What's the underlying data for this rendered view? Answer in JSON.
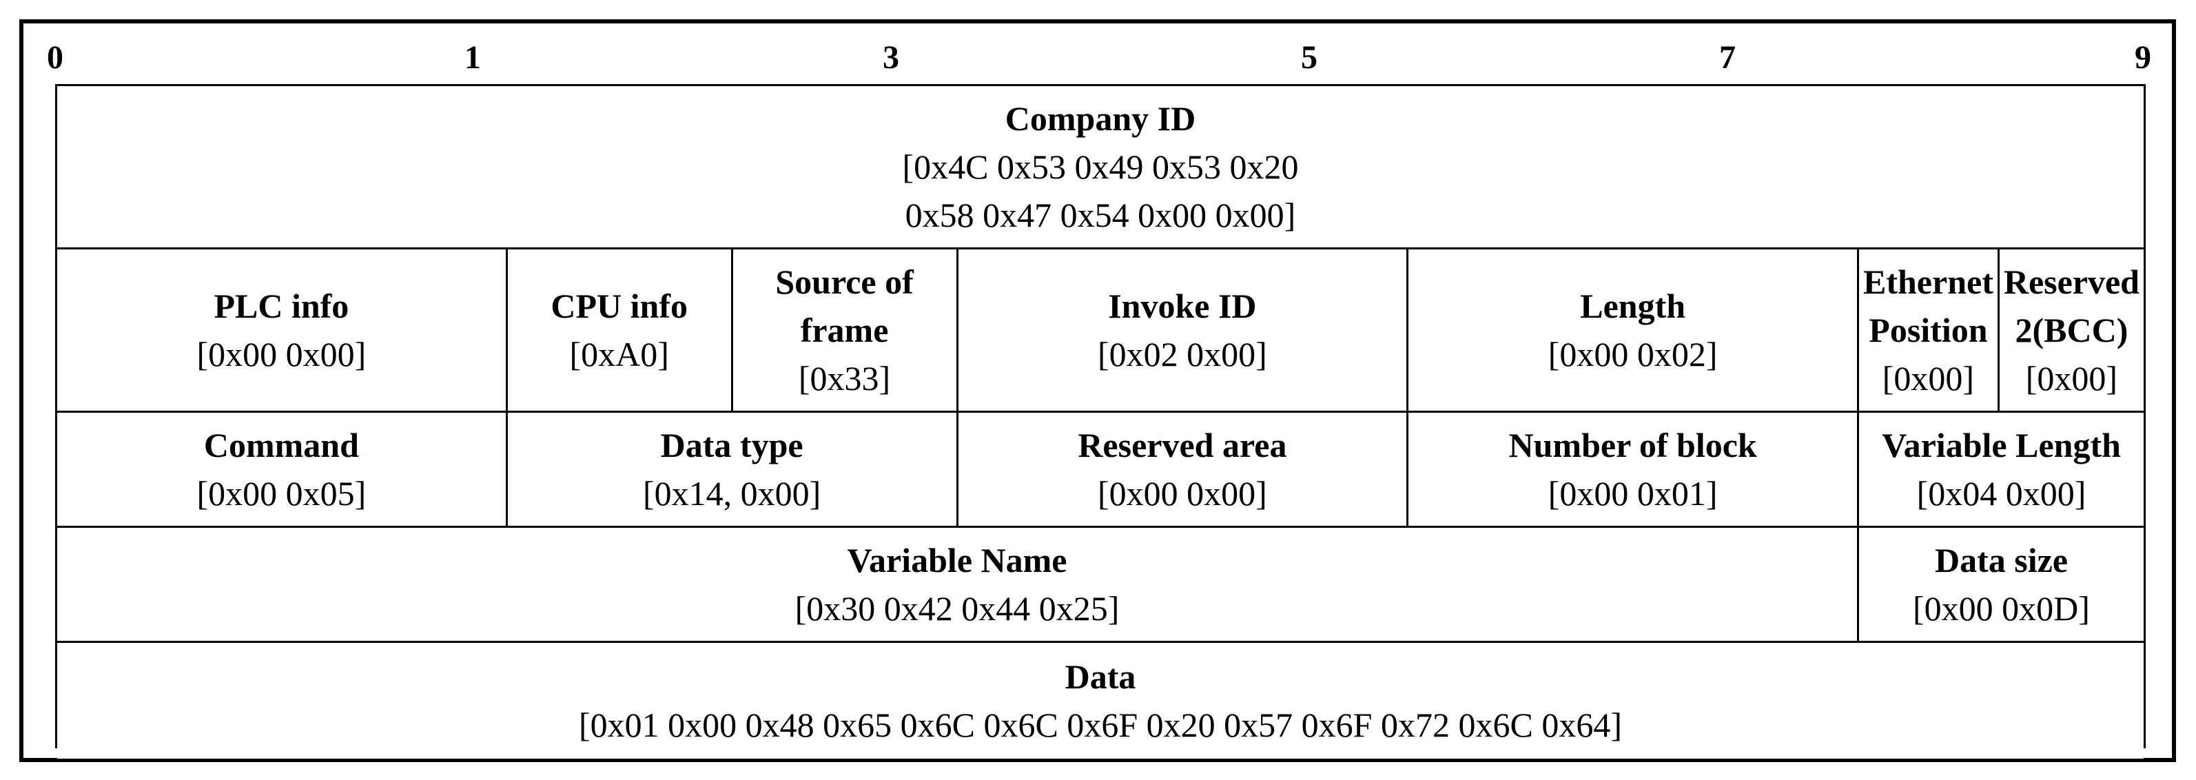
{
  "ticks": [
    "0",
    "1",
    "3",
    "5",
    "7",
    "9"
  ],
  "rows": [
    [
      {
        "name": "company-id-cell",
        "label": "Company ID",
        "values": [
          "[0x4C 0x53 0x49 0x53 0x20",
          "0x58 0x47 0x54 0x00 0x00]"
        ]
      }
    ],
    [
      {
        "name": "plc-info-cell",
        "label": "PLC info",
        "values": [
          "[0x00 0x00]"
        ]
      },
      {
        "name": "cpu-info-cell",
        "label": "CPU info",
        "values": [
          "[0xA0]"
        ]
      },
      {
        "name": "source-of-frame-cell",
        "label": "Source of frame",
        "values": [
          "[0x33]"
        ]
      },
      {
        "name": "invoke-id-cell",
        "label": "Invoke ID",
        "values": [
          "[0x02 0x00]"
        ]
      },
      {
        "name": "length-cell",
        "label": "Length",
        "values": [
          "[0x00 0x02]"
        ]
      },
      {
        "name": "ethernet-position-cell",
        "label": "Ethernet Position",
        "values": [
          "[0x00]"
        ]
      },
      {
        "name": "reserved-2-bcc-cell",
        "label": "Reserved 2(BCC)",
        "values": [
          "[0x00]"
        ]
      }
    ],
    [
      {
        "name": "command-cell",
        "label": "Command",
        "values": [
          "[0x00 0x05]"
        ]
      },
      {
        "name": "data-type-cell",
        "label": "Data type",
        "values": [
          "[0x14, 0x00]"
        ]
      },
      {
        "name": "reserved-area-cell",
        "label": "Reserved area",
        "values": [
          "[0x00 0x00]"
        ]
      },
      {
        "name": "number-of-block-cell",
        "label": "Number of block",
        "values": [
          "[0x00 0x01]"
        ]
      },
      {
        "name": "variable-length-cell",
        "label": "Variable Length",
        "values": [
          "[0x04 0x00]"
        ]
      }
    ],
    [
      {
        "name": "variable-name-cell",
        "label": "Variable Name",
        "values": [
          "[0x30 0x42 0x44 0x25]"
        ]
      },
      {
        "name": "data-size-cell",
        "label": "Data size",
        "values": [
          "[0x00 0x0D]"
        ]
      }
    ],
    [
      {
        "name": "data-cell",
        "label": "Data",
        "values": [
          "[0x01 0x00 0x48 0x65 0x6C 0x6C 0x6F 0x20 0x57 0x6F 0x72 0x6C 0x64]"
        ]
      }
    ]
  ]
}
